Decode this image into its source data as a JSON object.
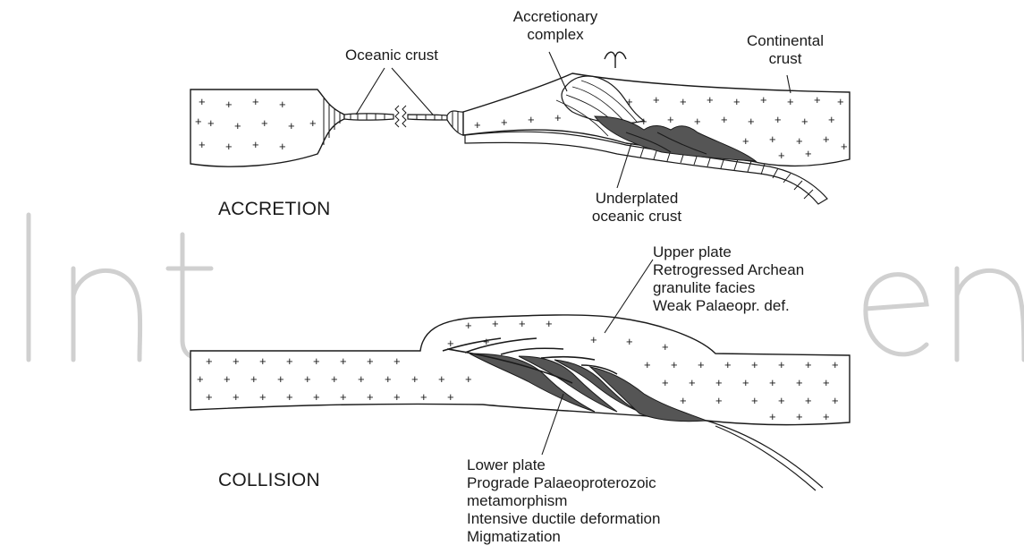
{
  "accretion": {
    "section_label": "ACCRETION",
    "labels": {
      "oceanic_crust": "Oceanic crust",
      "accretionary_complex_line1": "Accretionary",
      "accretionary_complex_line2": "complex",
      "continental_crust_line1": "Continental",
      "continental_crust_line2": "crust",
      "underplated_line1": "Underplated",
      "underplated_line2": "oceanic crust"
    }
  },
  "collision": {
    "section_label": "COLLISION",
    "upper_plate": [
      "Upper plate",
      "Retrogressed Archean",
      "granulite facies",
      "Weak  Palaeopr. def."
    ],
    "lower_plate": [
      "Lower plate",
      "Prograde Palaeoproterozoic",
      "metamorphism",
      "Intensive ductile deformation",
      "Migmatization"
    ]
  },
  "watermark": "IntechOpen",
  "colors": {
    "outline": "#1a1a1a",
    "dark_fill": "#555555",
    "watermark": "#d0d0d0"
  }
}
